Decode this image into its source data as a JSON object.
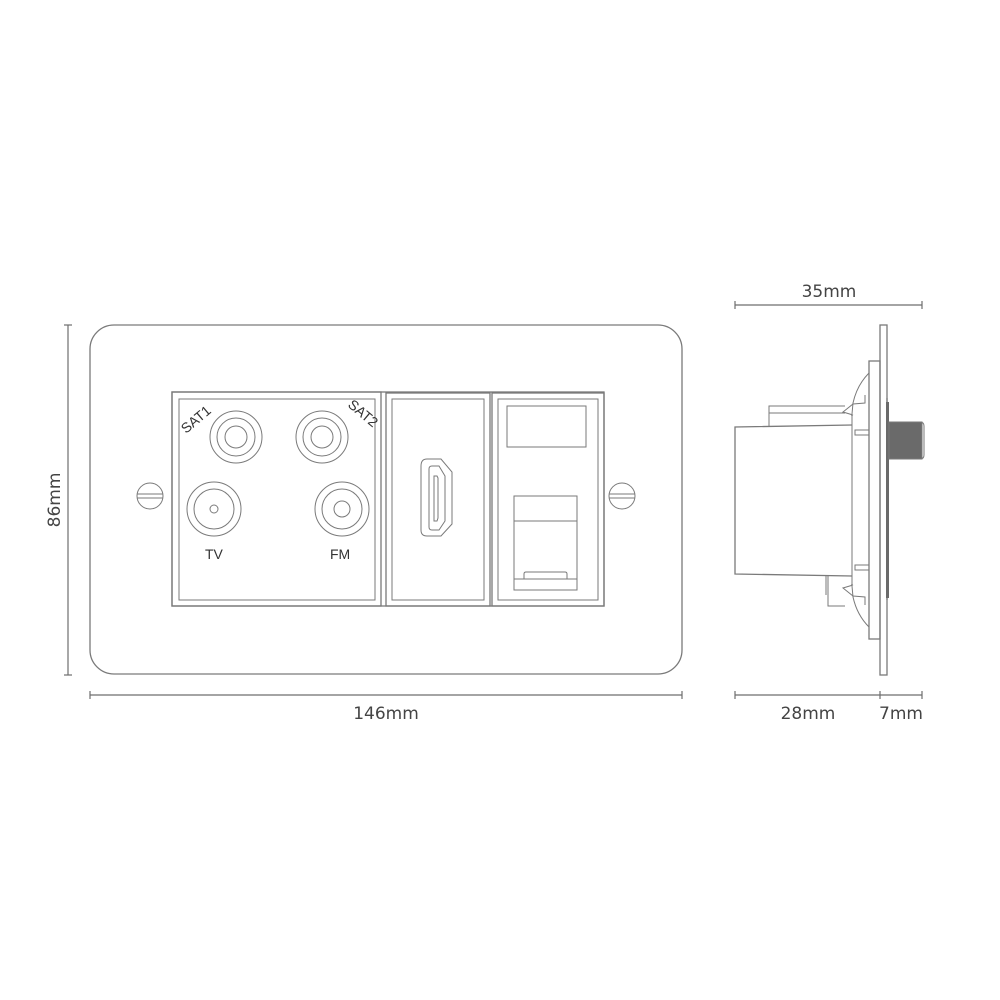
{
  "colors": {
    "line": "#7a7a7a",
    "dimension_text": "#444444",
    "thread": "#6a6a6a",
    "background": "#ffffff"
  },
  "front_view": {
    "dimensions": {
      "width": "146mm",
      "height": "86mm"
    },
    "modules": {
      "av_module": {
        "ports": [
          {
            "label": "SAT1",
            "type": "f-connector"
          },
          {
            "label": "SAT2",
            "type": "f-connector"
          },
          {
            "label": "TV",
            "type": "coax-male"
          },
          {
            "label": "FM",
            "type": "coax-female"
          }
        ]
      },
      "hdmi_module": {
        "port": "hdmi-port"
      },
      "data_module": {
        "port": "rj45-port",
        "label_window": "label-window"
      }
    },
    "screws": [
      "left-screw",
      "right-screw"
    ]
  },
  "side_view": {
    "dimensions": {
      "total_depth": "35mm",
      "back_box_depth": "28mm",
      "front_projection": "7mm"
    }
  }
}
